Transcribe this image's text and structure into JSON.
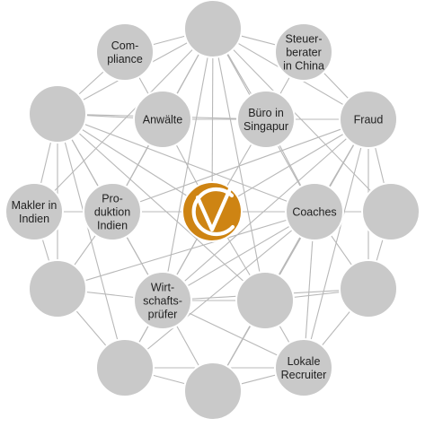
{
  "colors": {
    "node_fill": "#c9c9c9",
    "edge_stroke": "#b8b8b8",
    "center_fill": "#ce8413",
    "label_text": "#222222"
  },
  "center": {
    "logo_icon": "cv-monogram-icon"
  },
  "nodes": [
    {
      "id": "n-top",
      "lines": []
    },
    {
      "id": "n-compliance",
      "lines": [
        "Com-",
        "pliance"
      ]
    },
    {
      "id": "n-steuerberater",
      "lines": [
        "Steuer-",
        "berater",
        "in China"
      ]
    },
    {
      "id": "n-left-upper",
      "lines": []
    },
    {
      "id": "n-anwaelte",
      "lines": [
        "Anwälte"
      ]
    },
    {
      "id": "n-buero",
      "lines": [
        "Büro in",
        "Singapur"
      ]
    },
    {
      "id": "n-fraud",
      "lines": [
        "Fraud"
      ]
    },
    {
      "id": "n-makler",
      "lines": [
        "Makler in",
        "Indien"
      ]
    },
    {
      "id": "n-produktion",
      "lines": [
        "Pro-",
        "duktion",
        "Indien"
      ]
    },
    {
      "id": "n-coaches",
      "lines": [
        "Coaches"
      ]
    },
    {
      "id": "n-right-mid",
      "lines": []
    },
    {
      "id": "n-left-lower",
      "lines": []
    },
    {
      "id": "n-wirtschaftspruefer",
      "lines": [
        "Wirt-",
        "schafts-",
        "prüfer"
      ]
    },
    {
      "id": "n-center-lower",
      "lines": []
    },
    {
      "id": "n-right-lower",
      "lines": []
    },
    {
      "id": "n-bottom-left",
      "lines": []
    },
    {
      "id": "n-bottom",
      "lines": []
    },
    {
      "id": "n-lokale",
      "lines": [
        "Lokale",
        "Recruiter"
      ]
    }
  ]
}
